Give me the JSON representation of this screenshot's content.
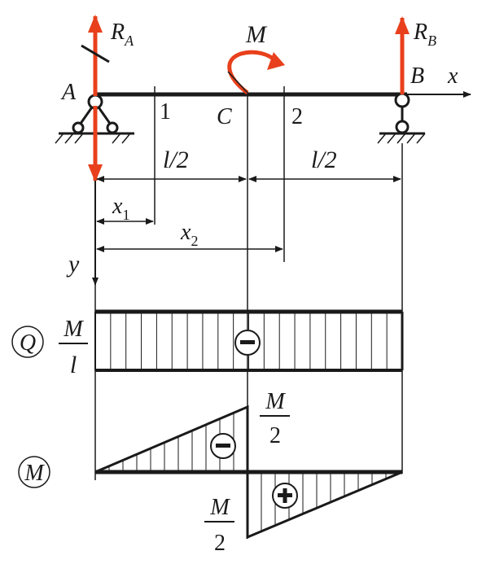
{
  "labels": {
    "ra": "R",
    "ra_sub": "A",
    "rb": "R",
    "rb_sub": "B",
    "moment": "M",
    "point_a": "A",
    "point_b": "B",
    "point_c": "C",
    "axis_x": "x",
    "axis_y": "y",
    "section_1": "1",
    "section_2": "2",
    "half_left": "l/2",
    "half_right": "l/2",
    "x1": "x",
    "x1_sub": "1",
    "x2": "x",
    "x2_sub": "2"
  },
  "shear_diagram": {
    "label": "Q",
    "value_num": "M",
    "value_den": "l",
    "sign": "−"
  },
  "moment_diagram": {
    "label": "M",
    "top_num": "M",
    "top_den": "2",
    "bottom_num": "M",
    "bottom_den": "2",
    "left_sign": "−",
    "right_sign": "+"
  },
  "colors": {
    "force": "#e8401c",
    "line": "#1a1a1a"
  }
}
